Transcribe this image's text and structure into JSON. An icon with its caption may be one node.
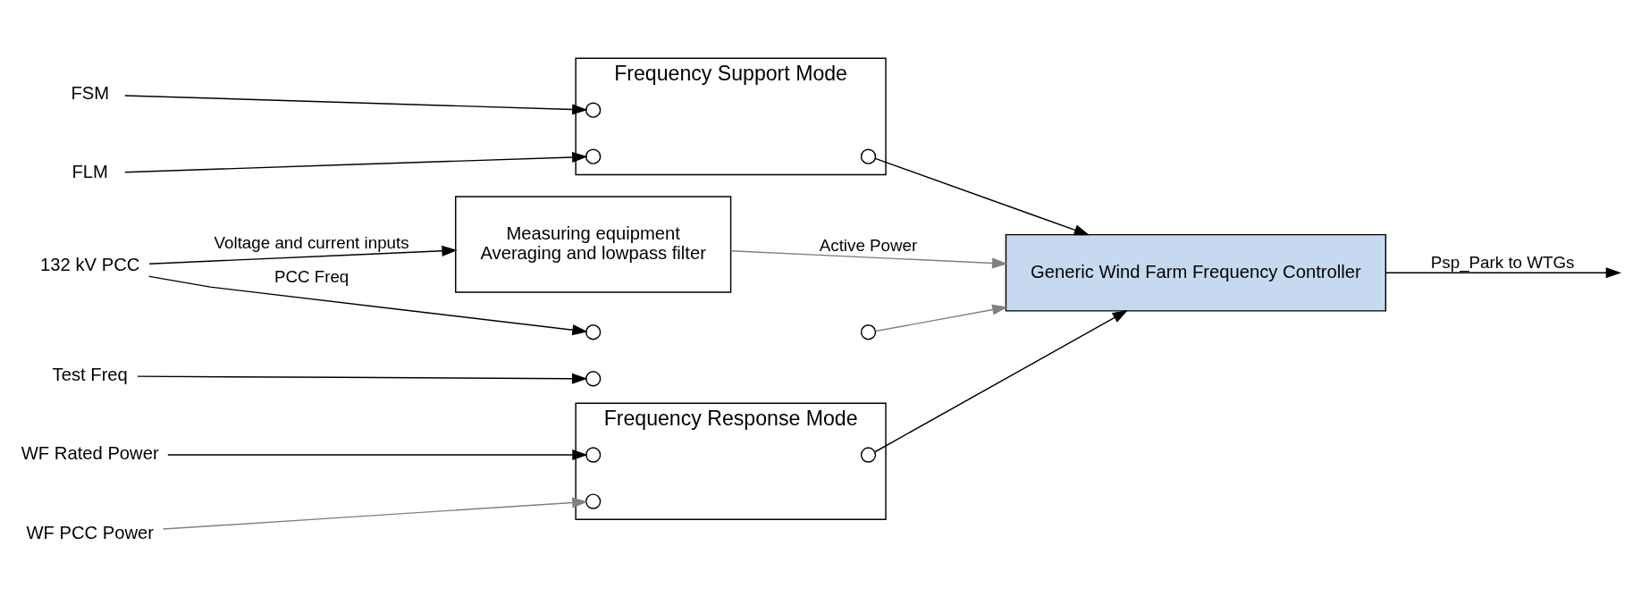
{
  "diagram": {
    "nodes": [
      {
        "text": [
          "Measuring equipment",
          "Averaging and lowpass filter"
        ]
      },
      {
        "text": [
          "Frequency Support Mode"
        ]
      },
      {
        "text": [
          "FSM"
        ]
      },
      {
        "text": [],
        "shape": "circle",
        "in": 1
      },
      {
        "text": [
          "FLM"
        ]
      },
      {
        "text": [],
        "shape": "circle",
        "in": 1
      },
      {
        "text": [],
        "shape": "circle",
        "in": 1
      },
      {
        "text": [
          "Generic Wind Farm Frequency Controller"
        ]
      },
      {
        "text": [
          "132 kV PCC"
        ]
      },
      {
        "text": [],
        "shape": "circle"
      },
      {
        "text": [],
        "shape": "circle"
      },
      {
        "text": [
          "Test Freq"
        ]
      },
      {
        "text": [],
        "shape": "circle"
      },
      {
        "text": [
          "Frequency Response Mode"
        ]
      },
      {
        "text": [
          "WF Rated Power"
        ]
      },
      {
        "text": [],
        "shape": "circle",
        "in": 13
      },
      {
        "text": [
          "WF PCC Power"
        ]
      },
      {
        "text": [],
        "shape": "circle",
        "in": 13
      },
      {
        "text": [],
        "shape": "circle",
        "in": 13
      }
    ],
    "edges": [
      {
        "from": 8,
        "to": 0,
        "arrow": "to",
        "label": "Voltage and current inputs"
      },
      {
        "from": 8,
        "to": 9,
        "arrow": "to",
        "label": "PCC Freq"
      },
      {
        "from": 11,
        "to": 12,
        "arrow": "to"
      },
      {
        "from": 0,
        "to": 7,
        "arrow": "to",
        "label": "Active Power",
        "color": "#808080"
      },
      {
        "from": 10,
        "to": 7,
        "arrow": "to",
        "color": "#808080"
      },
      {
        "from": 2,
        "to": 3,
        "arrow": "to"
      },
      {
        "from": 4,
        "to": 5,
        "arrow": "to"
      },
      {
        "from": 6,
        "to": 7,
        "arrow": "to"
      },
      {
        "from": 14,
        "to": 15,
        "arrow": "to"
      },
      {
        "from": 16,
        "to": 17,
        "arrow": "to",
        "color": "#808080"
      },
      {
        "from": 18,
        "to": 7,
        "arrow": "to"
      },
      {
        "from": 7,
        "to": null,
        "arrow": "to",
        "label": "Psp_Park to WTGs"
      }
    ]
  }
}
